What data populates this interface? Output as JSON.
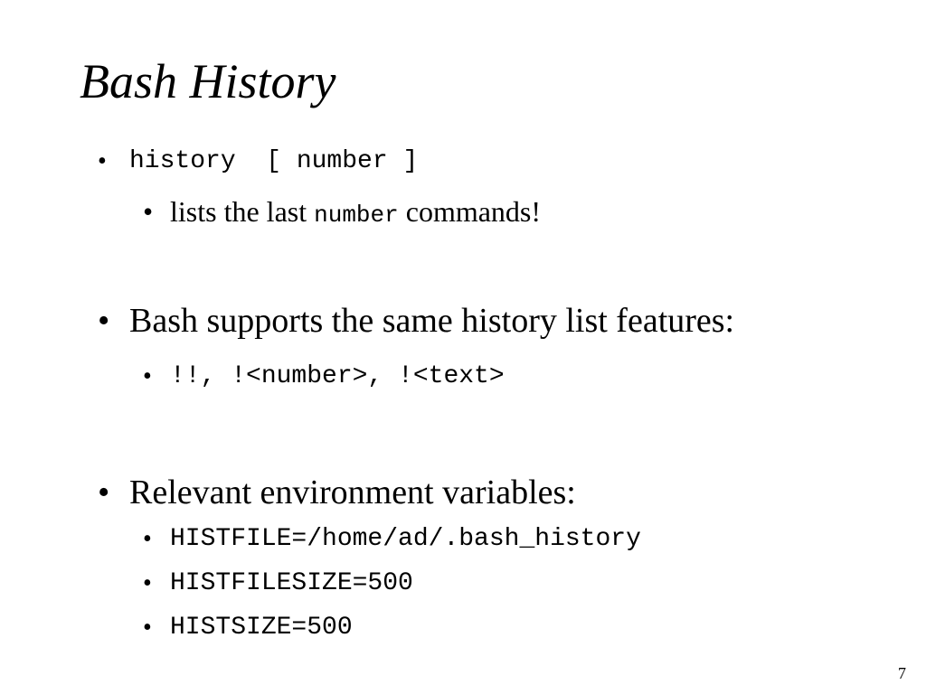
{
  "slide": {
    "title": "Bash History",
    "bullets": [
      {
        "text": "history  [ number ]",
        "children": [
          {
            "prefix": "lists the last ",
            "code": "number",
            "suffix": " commands!"
          }
        ]
      },
      {
        "text": "Bash supports the same history list features:",
        "children": [
          {
            "text": "!!, !<number>, !<text>"
          }
        ]
      },
      {
        "text": "Relevant environment variables:",
        "children": [
          {
            "text": "HISTFILE=/home/ad/.bash_history"
          },
          {
            "text": "HISTFILESIZE=500"
          },
          {
            "text": "HISTSIZE=500"
          }
        ]
      }
    ],
    "bullet_symbol": "•",
    "page_number": "7"
  }
}
